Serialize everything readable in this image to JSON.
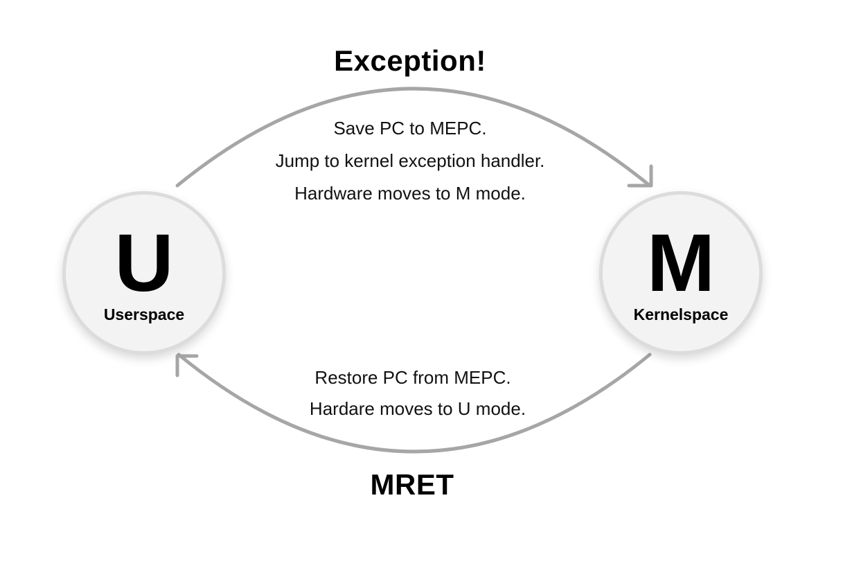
{
  "top_label": "Exception!",
  "bottom_label": "MRET",
  "top_steps": [
    "Save PC to MEPC.",
    "Jump to kernel exception handler.",
    "Hardware moves to M mode."
  ],
  "bottom_steps": [
    "Restore PC from MEPC.",
    "Hardare moves to U mode."
  ],
  "nodes": {
    "user": {
      "letter": "U",
      "label": "Userspace"
    },
    "kernel": {
      "letter": "M",
      "label": "Kernelspace"
    }
  },
  "colors": {
    "arrow": "#a6a6a6",
    "node_fill": "#f3f3f3",
    "node_border": "#dcdcdc"
  }
}
